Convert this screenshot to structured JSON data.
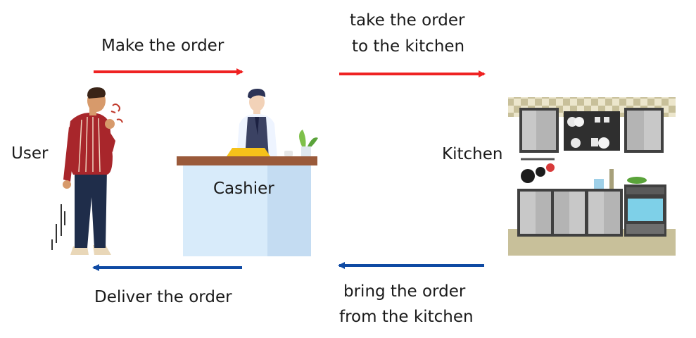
{
  "nodes": {
    "user": {
      "label": "User"
    },
    "cashier": {
      "label": "Cashier"
    },
    "kitchen": {
      "label": "Kitchen"
    }
  },
  "edges": {
    "make_order": {
      "label": "Make the order",
      "color": "#ef2222"
    },
    "take_order": {
      "line1": "take the order",
      "line2": "to the kitchen",
      "color": "#ef2222"
    },
    "deliver_order": {
      "label": "Deliver the order",
      "color": "#0f4aa3"
    },
    "bring_order": {
      "line1": "bring the order",
      "line2": "from the kitchen",
      "color": "#0f4aa3"
    }
  },
  "colors": {
    "shirt": "#a8262b",
    "skin": "#d79a6b",
    "hair": "#3a2417",
    "jeans": "#1f2d4a",
    "counter_top": "#9a5a3a",
    "counter_body": "#d8ebfa",
    "vest": "#3b4263",
    "cabinet_gray": "#b4b4b4",
    "tile": "#c8c09a"
  }
}
